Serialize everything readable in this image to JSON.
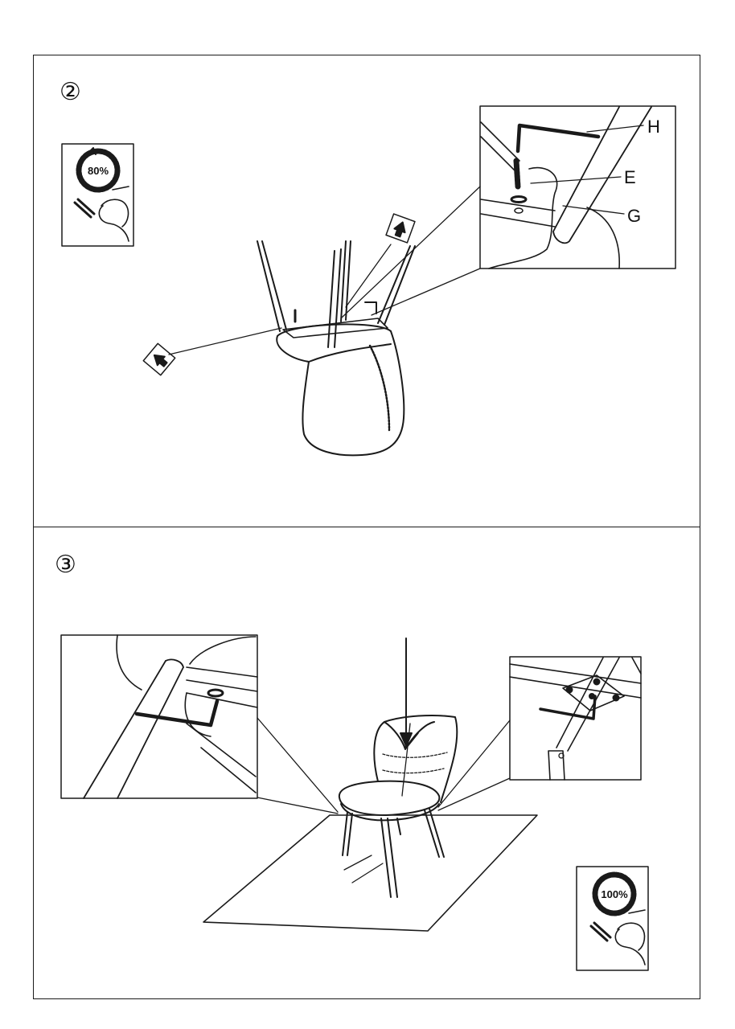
{
  "steps": [
    {
      "number": "②"
    },
    {
      "number": "③"
    }
  ],
  "callout_labels": {
    "h": "H",
    "e": "E",
    "g": "G"
  },
  "tighten": {
    "step2_percent": "80%",
    "step3_percent": "100%"
  },
  "icons": {
    "tighten_hand": "hand-with-allen-key-icon",
    "direction_arrow": "up-arrow-icon"
  },
  "colors": {
    "line": "#1a1a1a",
    "background": "#ffffff"
  }
}
